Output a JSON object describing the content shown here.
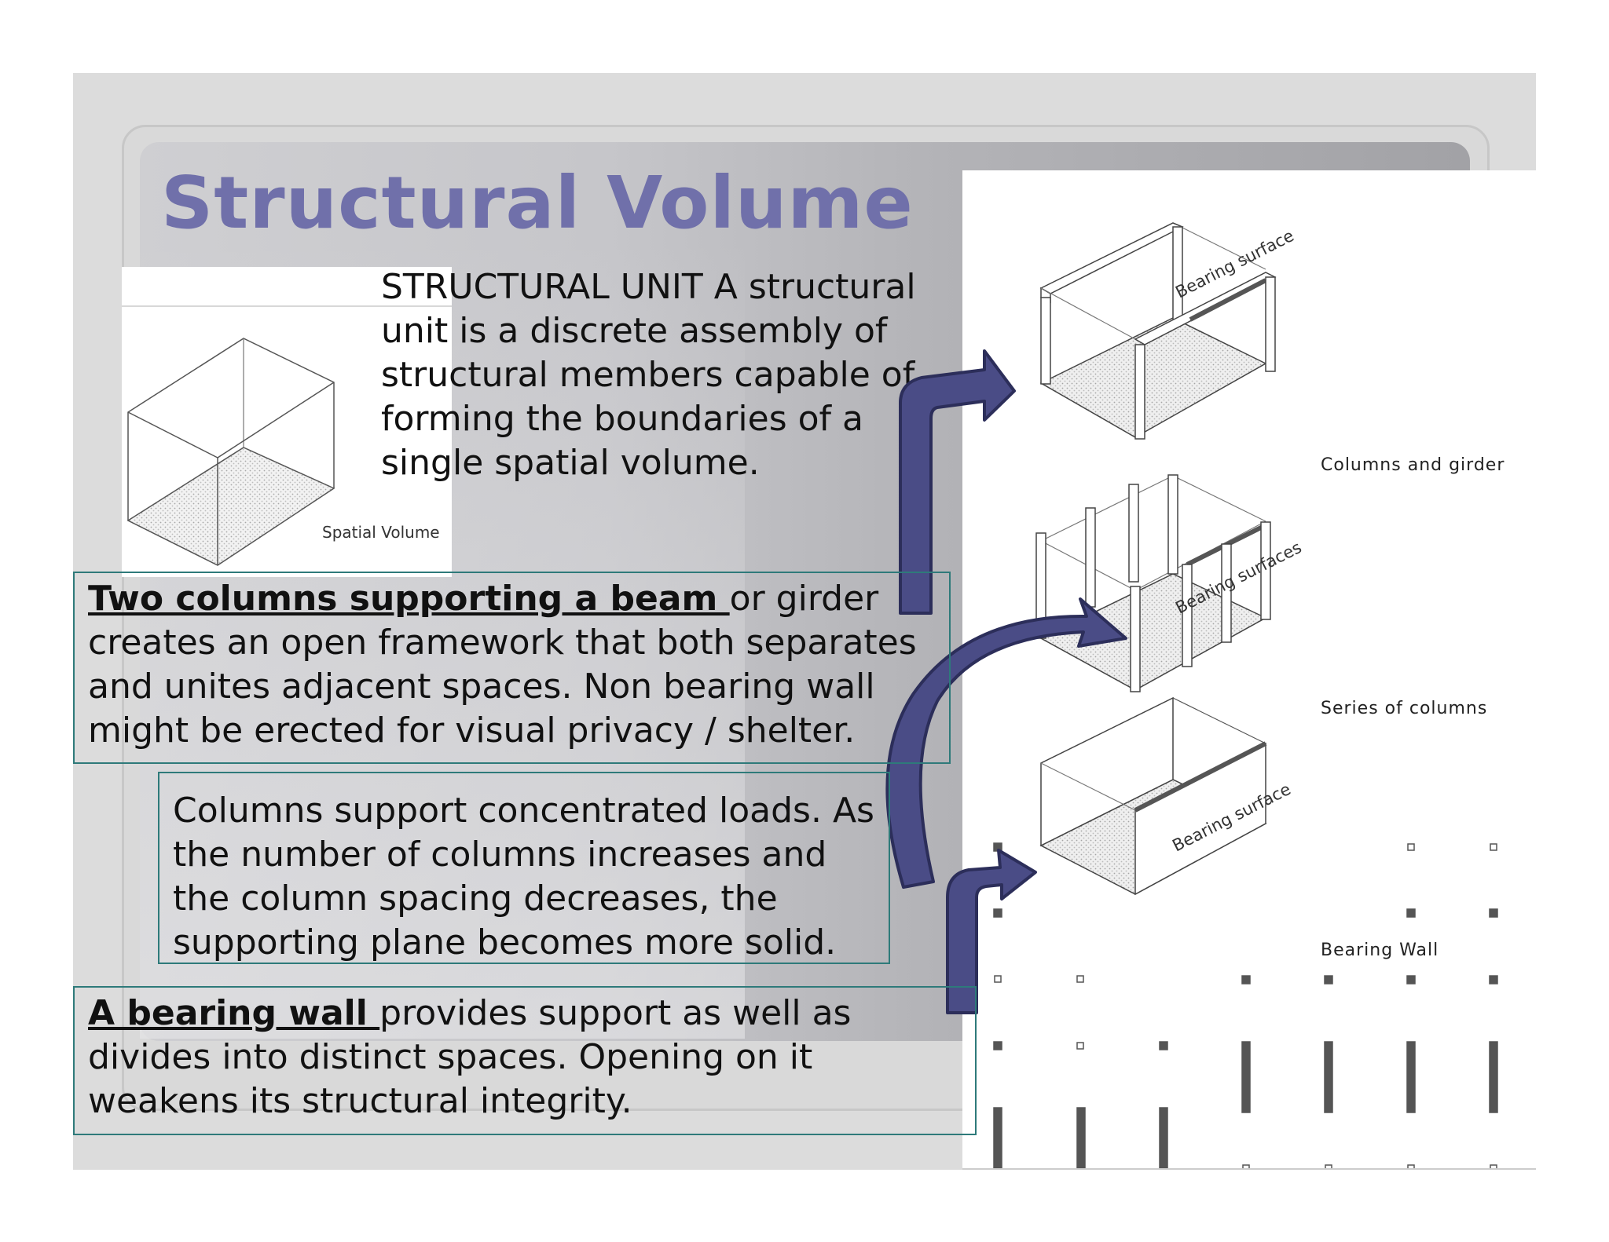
{
  "slide": {
    "title": "Structural Volume",
    "intro_text": "STRUCTURAL UNIT A structural unit is a discrete assembly of structural members capable of forming the boundaries of a single spatial volume.",
    "paragraphs": [
      {
        "bold": "Two columns supporting a beam ",
        "rest": "or girder creates an open framework that both separates and unites adjacent spaces. Non bearing wall might be erected for visual privacy / shelter."
      },
      {
        "bold": "",
        "rest": "Columns support concentrated loads. As the number of columns increases and the column spacing decreases, the supporting plane becomes more solid."
      },
      {
        "bold": "A bearing wall ",
        "rest": "provides support as well as divides into distinct spaces. Opening on it weakens its structural integrity."
      }
    ]
  },
  "figures": {
    "spatial_volume_label": "Spatial Volume",
    "bearing_surface": "Bearing surface",
    "bearing_surfaces": "Bearing surfaces",
    "columns_and_girder": "Columns and girder",
    "series_of_columns": "Series of columns",
    "bearing_wall": "Bearing Wall"
  },
  "colors": {
    "title": "#7070aa",
    "arrow": "#4a4c86",
    "box_border": "#2e7a7a"
  }
}
